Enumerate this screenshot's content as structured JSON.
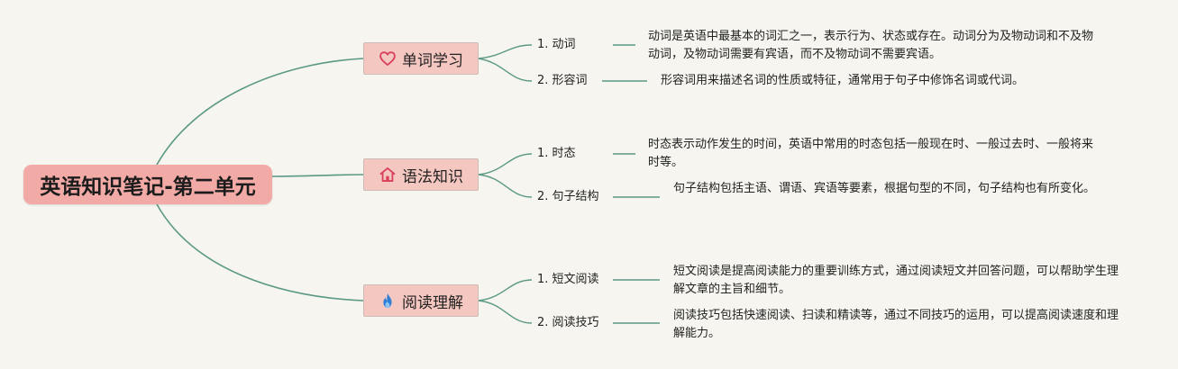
{
  "root": {
    "title": "英语知识笔记-第二单元"
  },
  "branches": [
    {
      "label": "单词学习",
      "icon": "heart-icon",
      "items": [
        {
          "label": "1. 动词",
          "description": "动词是英语中最基本的词汇之一，表示行为、状态或存在。动词分为及物动词和不及物动词，及物动词需要有宾语，而不及物动词不需要宾语。"
        },
        {
          "label": "2. 形容词",
          "description": "形容词用来描述名词的性质或特征，通常用于句子中修饰名词或代词。"
        }
      ]
    },
    {
      "label": "语法知识",
      "icon": "home-icon",
      "items": [
        {
          "label": "1. 时态",
          "description": "时态表示动作发生的时间，英语中常用的时态包括一般现在时、一般过去时、一般将来时等。"
        },
        {
          "label": "2. 句子结构",
          "description": "句子结构包括主语、谓语、宾语等要素，根据句型的不同，句子结构也有所变化。"
        }
      ]
    },
    {
      "label": "阅读理解",
      "icon": "flame-icon",
      "items": [
        {
          "label": "1. 短文阅读",
          "description": "短文阅读是提高阅读能力的重要训练方式，通过阅读短文并回答问题，可以帮助学生理解文章的主旨和细节。"
        },
        {
          "label": "2. 阅读技巧",
          "description": "阅读技巧包括快速阅读、扫读和精读等，通过不同技巧的运用，可以提高阅读速度和理解能力。"
        }
      ]
    }
  ],
  "colors": {
    "link": "#5b9985",
    "root": "#f2aaa6",
    "branch": "#f4c7c0",
    "background": "#f6f5ef"
  }
}
